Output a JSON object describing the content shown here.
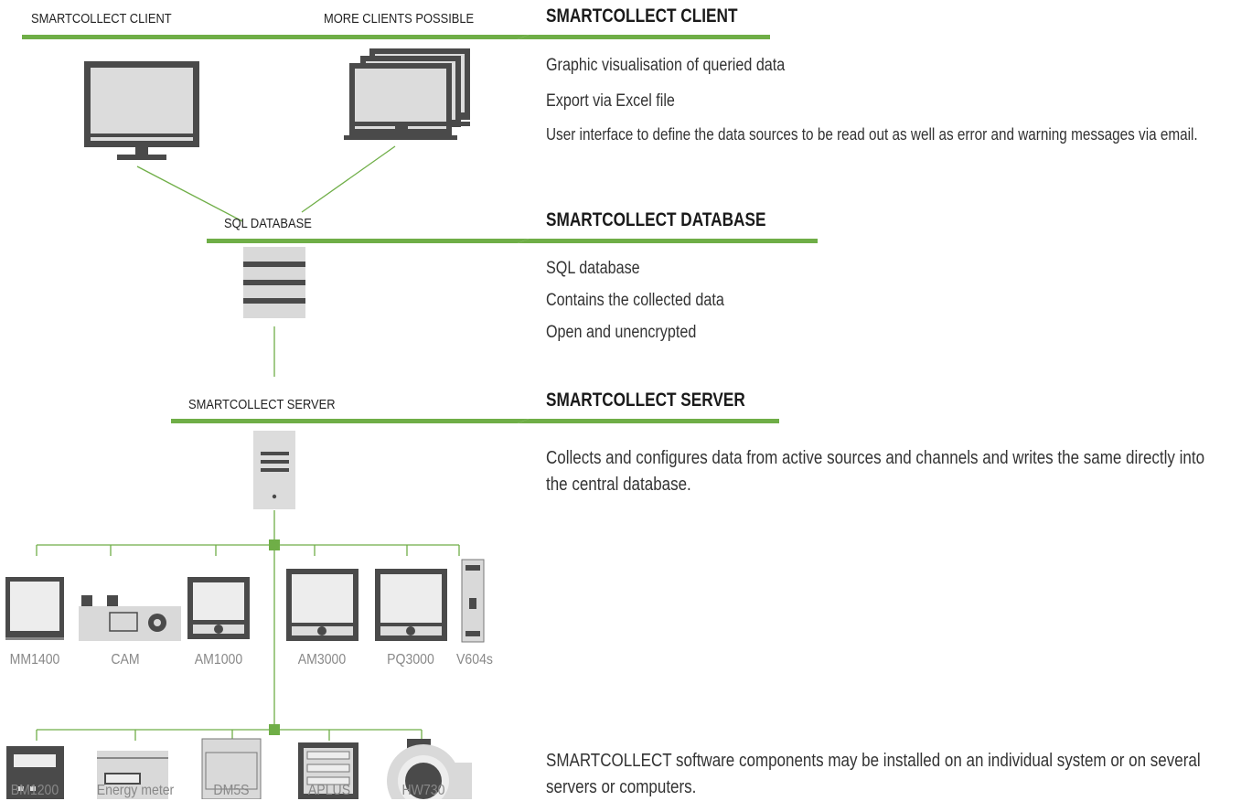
{
  "left": {
    "client_label": "SMARTCOLLECT CLIENT",
    "more_clients_label": "MORE CLIENTS POSSIBLE",
    "database_label": "SQL DATABASE",
    "server_label": "SMARTCOLLECT SERVER"
  },
  "devices": {
    "row1": [
      "MM1400",
      "CAM",
      "AM1000",
      "AM3000",
      "PQ3000",
      "V604s"
    ],
    "row2": [
      "BM1200",
      "Energy meter",
      "DM5S",
      "APLUS",
      "HW730"
    ]
  },
  "sections": {
    "client": {
      "heading": "SMARTCOLLECT CLIENT",
      "items": [
        "Graphic visualisation of queried data",
        "Export via Excel file"
      ],
      "description": "User interface to define the data sources to be read out as well as error and warning messages via email."
    },
    "database": {
      "heading": "SMARTCOLLECT DATABASE",
      "items": [
        "SQL database",
        "Contains the collected data",
        "Open and unencrypted"
      ]
    },
    "server": {
      "heading": "SMARTCOLLECT SERVER",
      "description": "Collects and configures data from active sources and channels and writes the same directly into the central database."
    }
  },
  "footnote": "SMARTCOLLECT software components may be installed on an individual system or on several servers or computers.",
  "colors": {
    "accent": "#6fae47",
    "device_dark": "#4a4a4a",
    "device_light": "#d9d9d9"
  }
}
